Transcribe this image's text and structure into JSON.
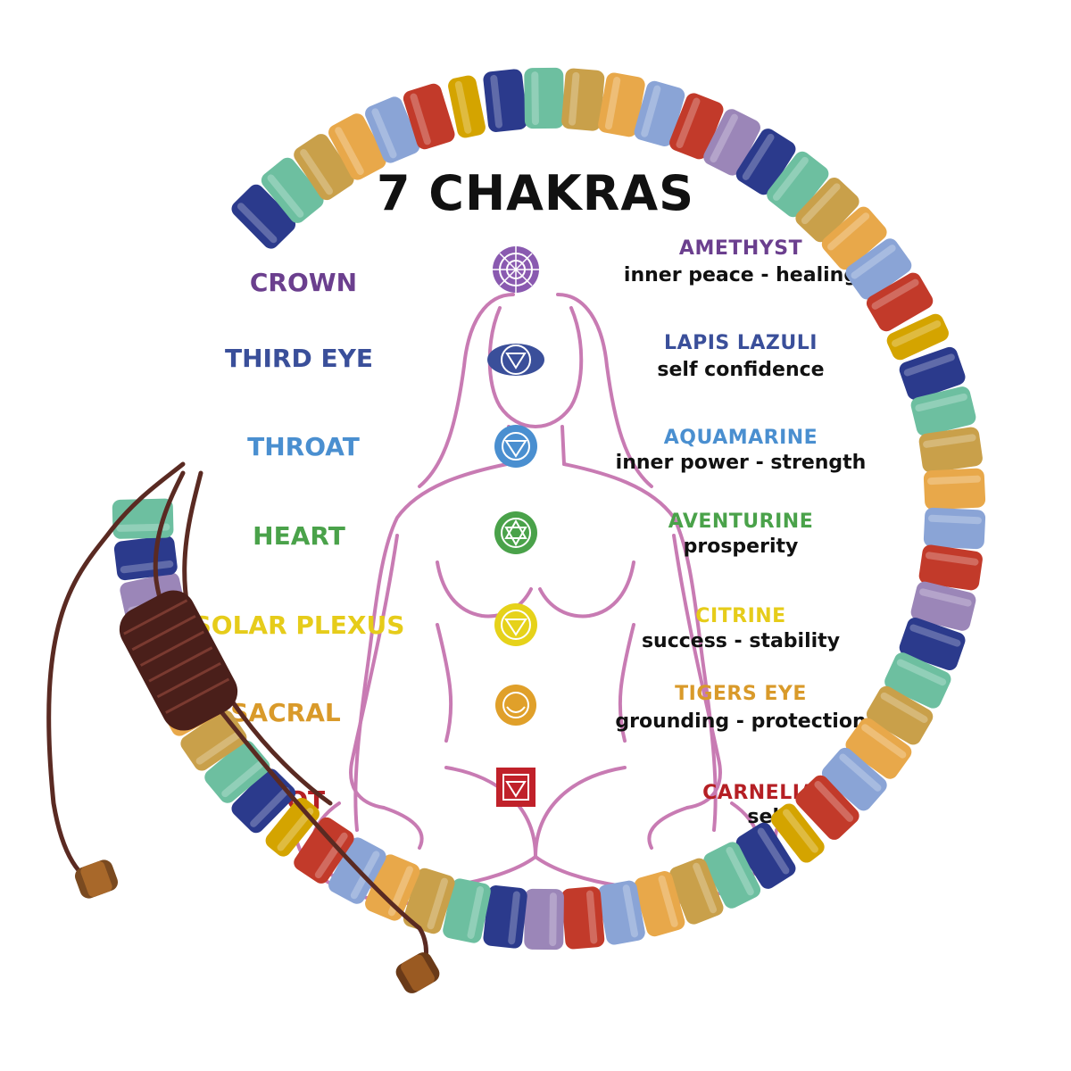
{
  "title": "7 CHAKRAS",
  "chakras": [
    {
      "name": "CROWN",
      "color": "#6b3f8e",
      "stone": "AMETHYST",
      "meaning": "inner peace - healing",
      "symbol": "crown-chakra-icon"
    },
    {
      "name": "THIRD EYE",
      "color": "#3a4f9a",
      "stone": "LAPIS LAZULI",
      "meaning": "self confidence",
      "symbol": "third-eye-chakra-icon"
    },
    {
      "name": "THROAT",
      "color": "#4a8fd0",
      "stone": "AQUAMARINE",
      "meaning": "inner power - strength",
      "symbol": "throat-chakra-icon"
    },
    {
      "name": "HEART",
      "color": "#4aa24a",
      "stone": "AVENTURINE",
      "meaning": "prosperity",
      "symbol": "heart-chakra-icon"
    },
    {
      "name": "SOLAR PLEXUS",
      "color": "#e6cc1a",
      "stone": "CITRINE",
      "meaning": "success - stability",
      "symbol": "solar-plexus-chakra-icon"
    },
    {
      "name": "SACRAL",
      "color": "#d99a2a",
      "stone": "TIGERS EYE",
      "meaning": "grounding - protection",
      "symbol": "sacral-chakra-icon"
    },
    {
      "name": "ROOT",
      "color": "#b51f24",
      "stone": "CARNELIAN",
      "meaning": "self",
      "symbol": "root-chakra-icon"
    }
  ],
  "bead_colors": [
    "#2b3a8c",
    "#c23a2a",
    "#e8a84a",
    "#6dbfa0",
    "#9b86b8",
    "#8aa4d6",
    "#c9a04a",
    "#d4a400",
    "#5a3a28"
  ]
}
